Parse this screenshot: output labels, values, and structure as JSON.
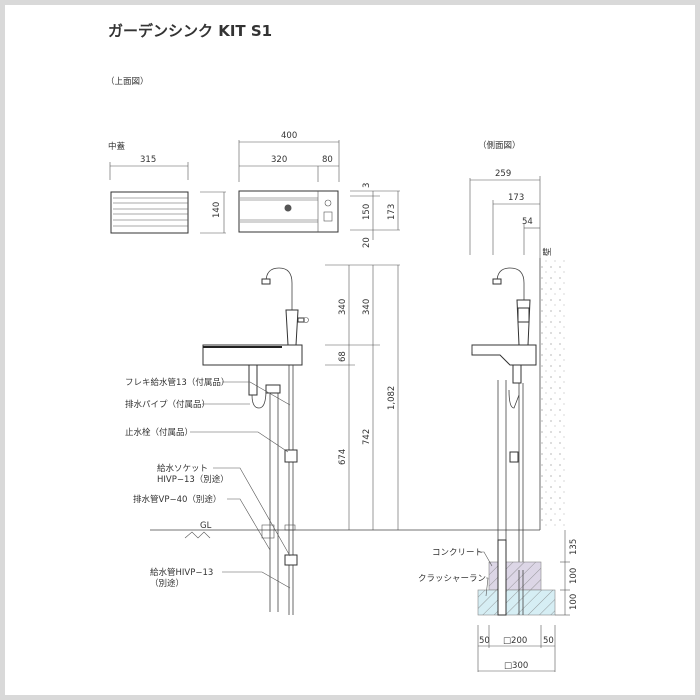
{
  "title": "ガーデンシンク KIT S1",
  "top_view": {
    "label": "（上面図）",
    "lid_label": "中蓋",
    "dims": {
      "lid_width": "315",
      "lid_depth": "140",
      "total_width": "400",
      "basin_width": "320",
      "panel_width": "80",
      "d3": "3",
      "d150": "150",
      "d173": "173",
      "d20": "20"
    }
  },
  "front_view": {
    "dims": {
      "faucet_a": "340",
      "faucet_b": "340",
      "sink_thickness": "68",
      "h674": "674",
      "h742": "742",
      "h1082": "1,082"
    },
    "callouts": [
      "フレキ給水管13（付属品）",
      "排水パイプ（付属品）",
      "止水栓（付属品）",
      "給水ソケット",
      "HIVP−13（別途）",
      "排水管VP−40（別途）",
      "給水管HIVP−13",
      "（別途）"
    ],
    "ground_label": "GL"
  },
  "side_view": {
    "label": "（側面図）",
    "wall_label": "壁",
    "dims": {
      "d259": "259",
      "d173": "173",
      "d54": "54",
      "d135": "135",
      "d100a": "100",
      "d100b": "100",
      "d50a": "50",
      "d200": "□200",
      "d50b": "50",
      "d300": "□300"
    },
    "concrete_label": "コンクリート",
    "crusher_label": "クラッシャーラン",
    "colors": {
      "concrete": "#dcd6e6",
      "crusher_run": "#d6eef4"
    }
  }
}
